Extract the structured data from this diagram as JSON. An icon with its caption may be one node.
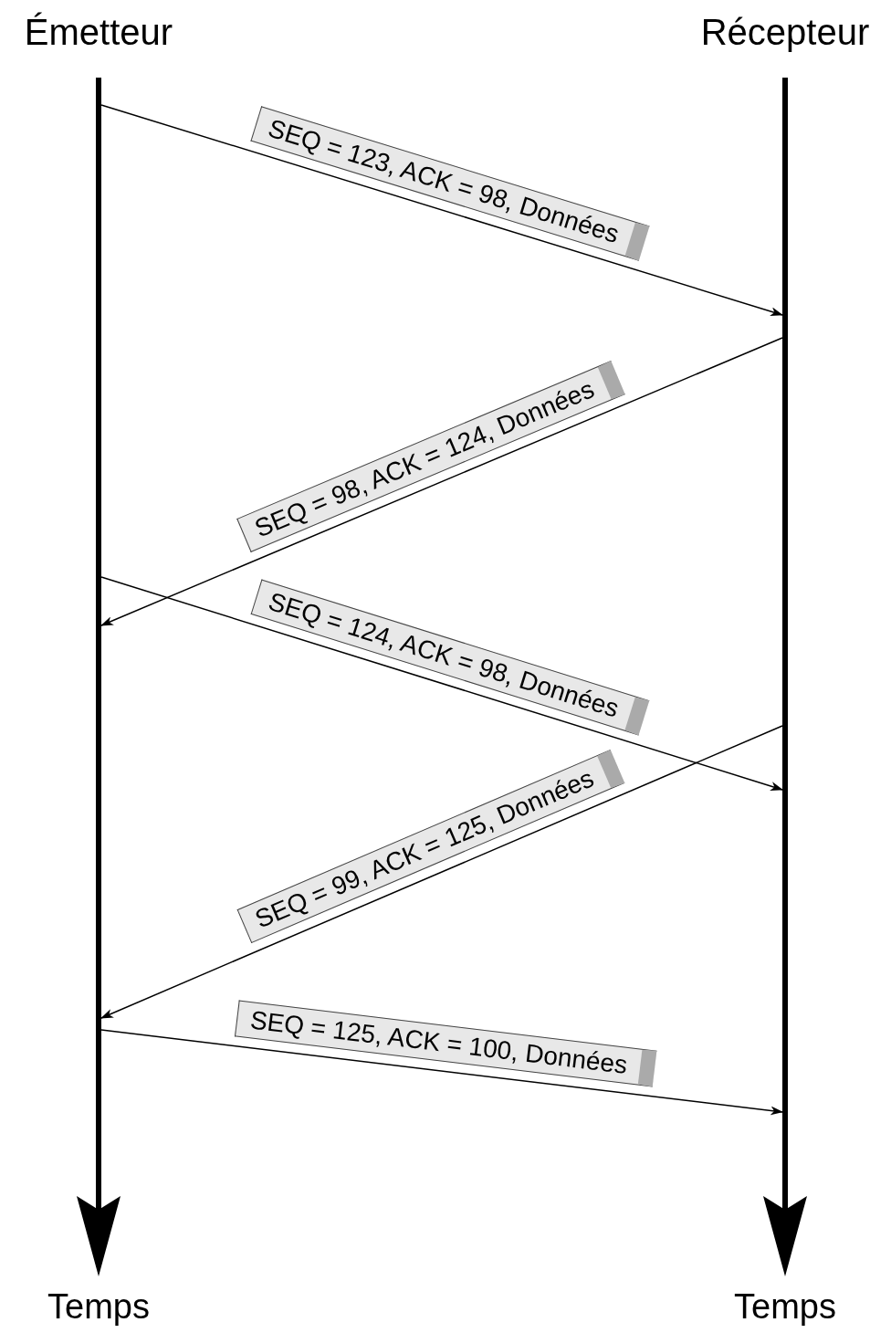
{
  "diagram": {
    "nodes": [
      {
        "text": [
          "Émetteur"
        ]
      },
      {
        "text": [
          "Récepteur"
        ]
      }
    ],
    "edges": [
      {
        "from": 0,
        "to": 1,
        "arrow": "to",
        "label": "SEQ = 123, ACK = 98, Données"
      },
      {
        "from": 1,
        "to": 0,
        "arrow": "to",
        "label": "SEQ = 98, ACK = 124, Données"
      },
      {
        "from": 0,
        "to": 1,
        "arrow": "to",
        "label": "SEQ = 124, ACK = 98, Données"
      },
      {
        "from": 1,
        "to": 0,
        "arrow": "to",
        "label": "SEQ = 99, ACK = 125, Données"
      },
      {
        "from": 0,
        "to": 1,
        "arrow": "to",
        "label": "SEQ = 125, ACK = 100, Données"
      }
    ],
    "labels": [
      "Temps",
      "Temps"
    ]
  }
}
